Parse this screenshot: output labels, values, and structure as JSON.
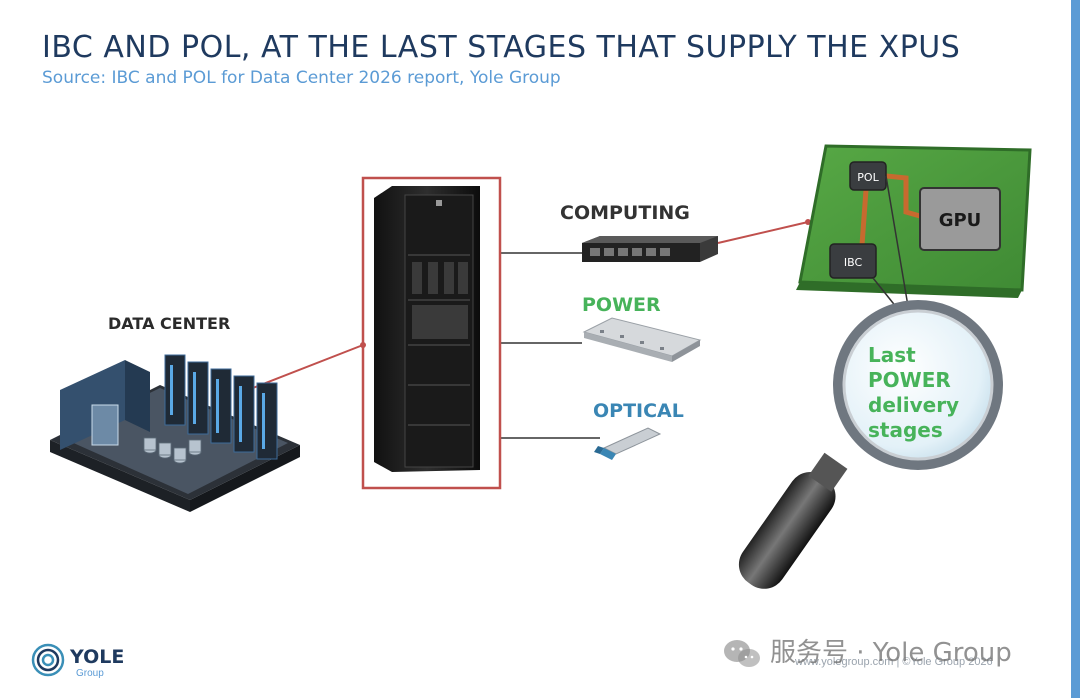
{
  "title": "IBC AND POL, AT THE LAST STAGES THAT SUPPLY THE XPUS",
  "subtitle": "Source: IBC and POL for Data Center 2026 report, Yole Group",
  "labels": {
    "data_center": "DATA CENTER",
    "computing": "COMPUTING",
    "power": "POWER",
    "optical": "OPTICAL"
  },
  "board": {
    "pol": "POL",
    "ibc": "IBC",
    "gpu": "GPU"
  },
  "lens_text": [
    "Last",
    "POWER",
    "delivery",
    "stages"
  ],
  "logo": {
    "name": "YOLE",
    "sub": "Group"
  },
  "footer": "www.yolegroup.com | ©Yole Group 2026",
  "watermark": "服务号 · Yole Group",
  "colors": {
    "title": "#1f3a5f",
    "subtitle": "#5b9bd5",
    "accent_red": "#c0504d",
    "power_green": "#47b35a",
    "optical_blue": "#3a86b4",
    "board_green": "#4a9a3c"
  },
  "icons": [
    "data-center-illustration",
    "server-rack-icon",
    "rack-server-icon",
    "power-module-icon",
    "optical-transceiver-icon",
    "magnifier-icon",
    "yole-logo-icon",
    "wechat-icon"
  ]
}
